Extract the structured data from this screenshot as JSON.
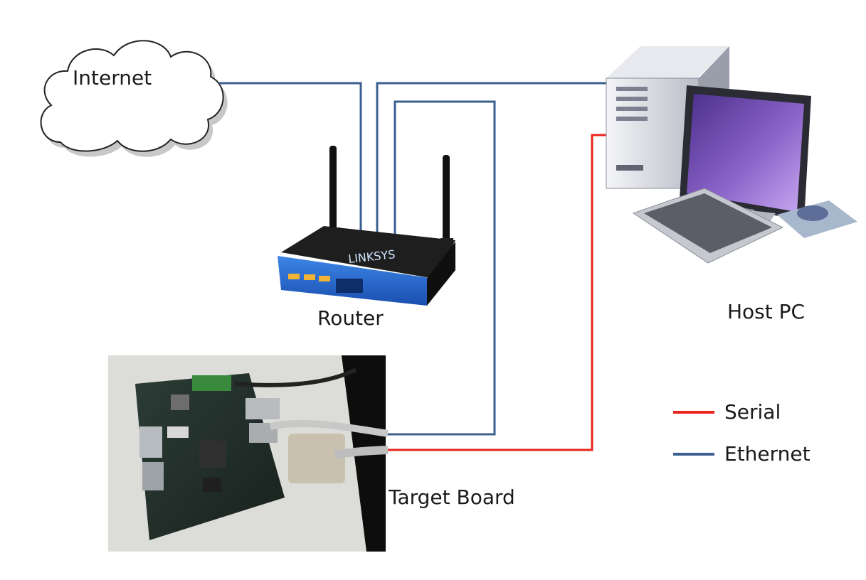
{
  "labels": {
    "internet": "Internet",
    "router": "Router",
    "router_brand": "LINKSYS",
    "host_pc": "Host PC",
    "target_board": "Target Board"
  },
  "legend": {
    "serial": {
      "label": "Serial",
      "color": "#e8251c"
    },
    "ethernet": {
      "label": "Ethernet",
      "color": "#3b5f8f"
    }
  }
}
